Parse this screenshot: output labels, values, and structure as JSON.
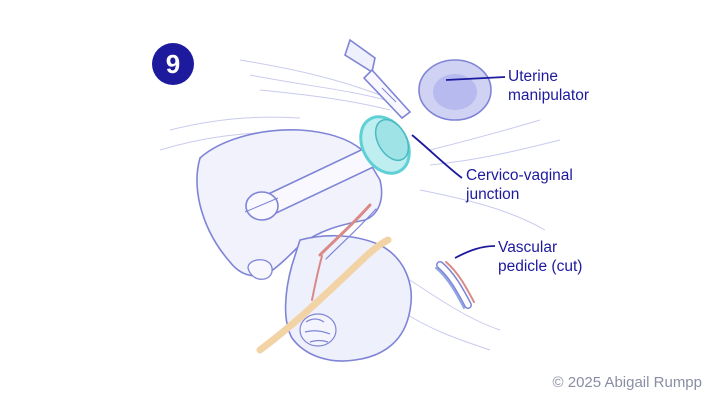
{
  "figure": {
    "step_number": "9",
    "labels": {
      "uterine_line1": "Uterine",
      "uterine_line2": "manipulator",
      "cervico_line1": "Cervico-vaginal",
      "cervico_line2": "junction",
      "vascular_line1": "Vascular",
      "vascular_line2": "pedicle (cut)"
    },
    "copyright": "© 2025 Abigail Rumpp"
  },
  "colors": {
    "accent": "#1d1a9e",
    "line": "#7f84d6",
    "cup": "#5fd0d6",
    "vessel_red": "#d98a86",
    "tan": "#f2d3a6",
    "copyright": "#8a8ea3"
  }
}
